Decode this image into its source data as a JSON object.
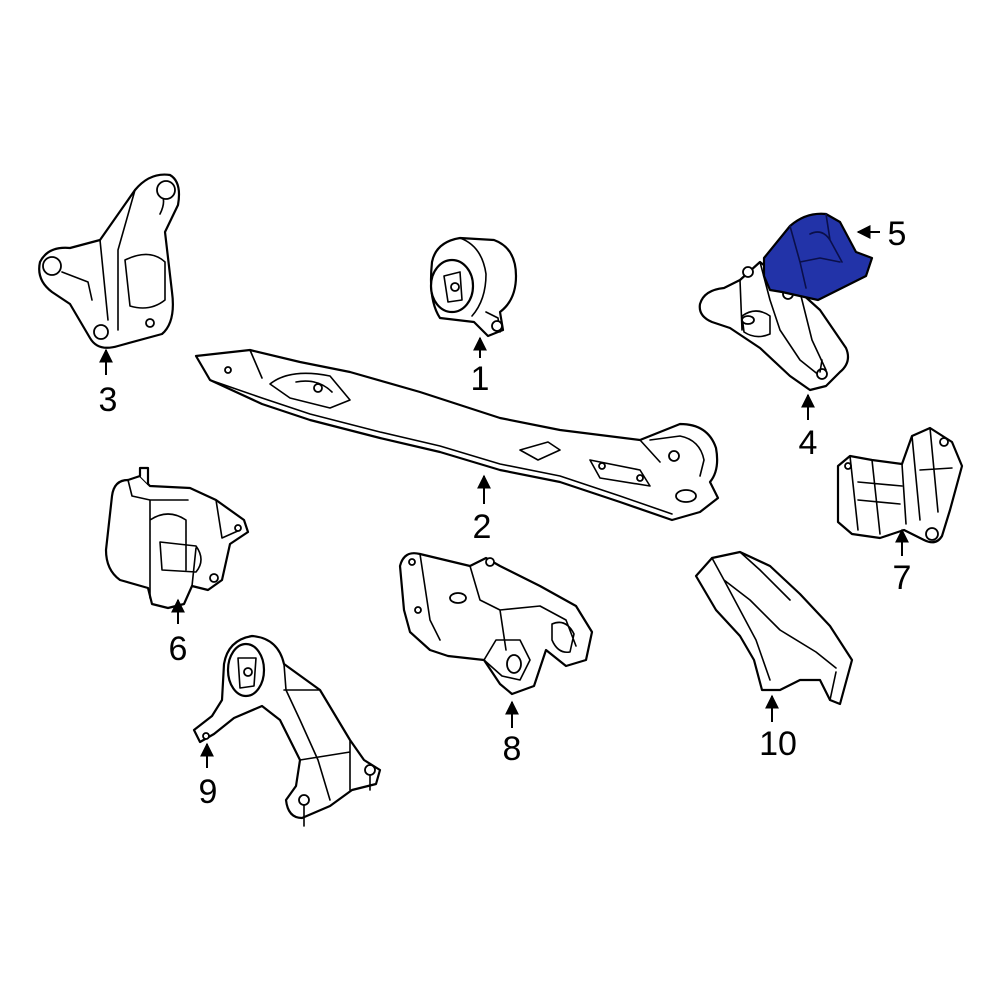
{
  "callouts": [
    {
      "label": "1"
    },
    {
      "label": "2"
    },
    {
      "label": "3"
    },
    {
      "label": "4"
    },
    {
      "label": "5"
    },
    {
      "label": "6"
    },
    {
      "label": "7"
    },
    {
      "label": "8"
    },
    {
      "label": "9"
    },
    {
      "label": "10"
    }
  ],
  "colors": {
    "highlight": "#2233a8",
    "line": "#000000",
    "background": "#ffffff"
  },
  "highlighted_part": "5"
}
